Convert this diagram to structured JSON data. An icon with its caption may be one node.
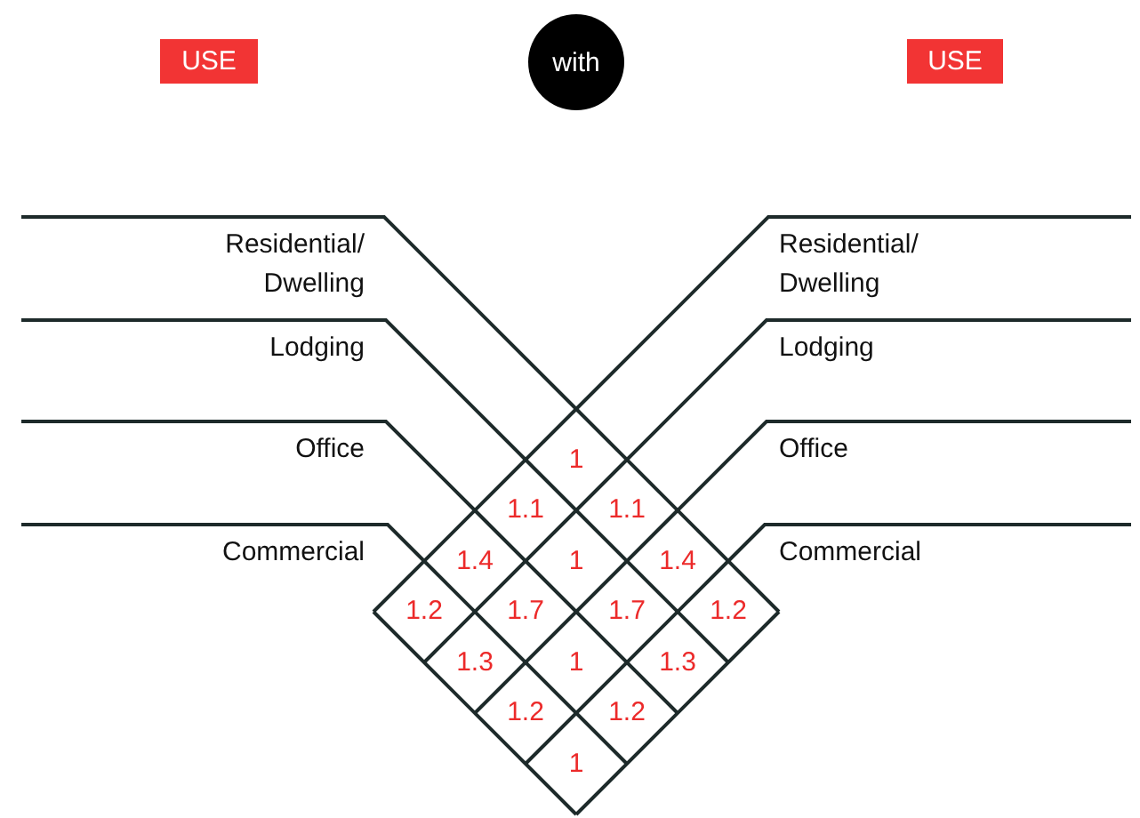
{
  "diagram": {
    "nodes": [
      {
        "text": [
          "USE"
        ]
      },
      {
        "text": [
          "with"
        ]
      },
      {
        "text": [
          "USE"
        ]
      }
    ],
    "labels": [
      "Residential/ Dwelling",
      "Residential/ Dwelling",
      "Lodging",
      "Lodging",
      "Office",
      "Office",
      "Commercial",
      "Commercial",
      "1",
      "1.1",
      "1.1",
      "1.4",
      "1",
      "1.4",
      "1.2",
      "1.7",
      "1.7",
      "1.2",
      "1.3",
      "1",
      "1.3",
      "1.2",
      "1.2",
      "1"
    ]
  }
}
